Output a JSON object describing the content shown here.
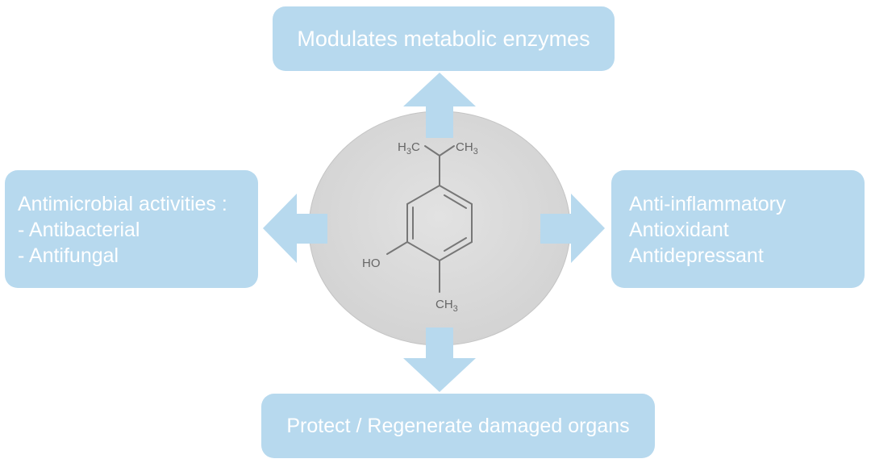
{
  "boxes": {
    "top": "Modulates metabolic enzymes",
    "bottom": "Protect / Regenerate damaged organs",
    "left": [
      "Antimicrobial activities :",
      "- Antibacterial",
      "- Antifungal"
    ],
    "right": [
      "Anti-inflammatory",
      "Antioxidant",
      "Antidepressant"
    ]
  },
  "molecule": {
    "labels": {
      "h3c": "H3C",
      "ch3_top": "CH3",
      "ho": "HO",
      "ch3_bottom": "CH3"
    }
  },
  "colors": {
    "box": "#b7d9ee",
    "arrow": "#b7d9ee",
    "circle": "#d9d9d9",
    "box_text": "#ffffff",
    "bond": "#777777"
  }
}
